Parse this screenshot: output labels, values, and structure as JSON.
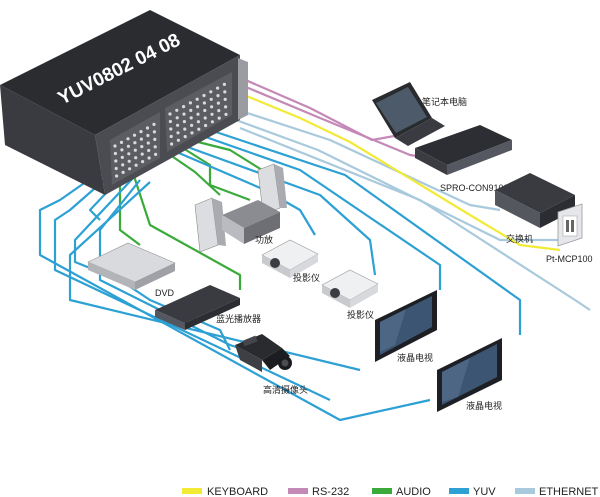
{
  "switcher": {
    "model": "YUV0802 04 08"
  },
  "devices": {
    "laptop": "笔记本电脑",
    "spro": "SPRO-CON9100",
    "switch": "交换机",
    "ptmcp": "Pt-MCP100",
    "amplifier": "功放",
    "projector1": "投影仪",
    "projector2": "投影仪",
    "dvd": "DVD",
    "bluray": "蓝光播放器",
    "lcd1": "液晶电视",
    "lcd2": "液晶电视",
    "camera": "高清摄像头"
  },
  "legend": [
    {
      "label": "KEYBOARD",
      "color": "#f2ea36"
    },
    {
      "label": "RS-232",
      "color": "#c489b6"
    },
    {
      "label": "AUDIO",
      "color": "#3aaa3a"
    },
    {
      "label": "YUV",
      "color": "#2da0d4"
    },
    {
      "label": "ETHERNET",
      "color": "#a9c9dc"
    }
  ],
  "colors": {
    "keyboard": "#f2ea36",
    "rs232": "#c489b6",
    "audio": "#3aaa3a",
    "yuv": "#2da0d4",
    "ethernet": "#a9c9dc"
  }
}
